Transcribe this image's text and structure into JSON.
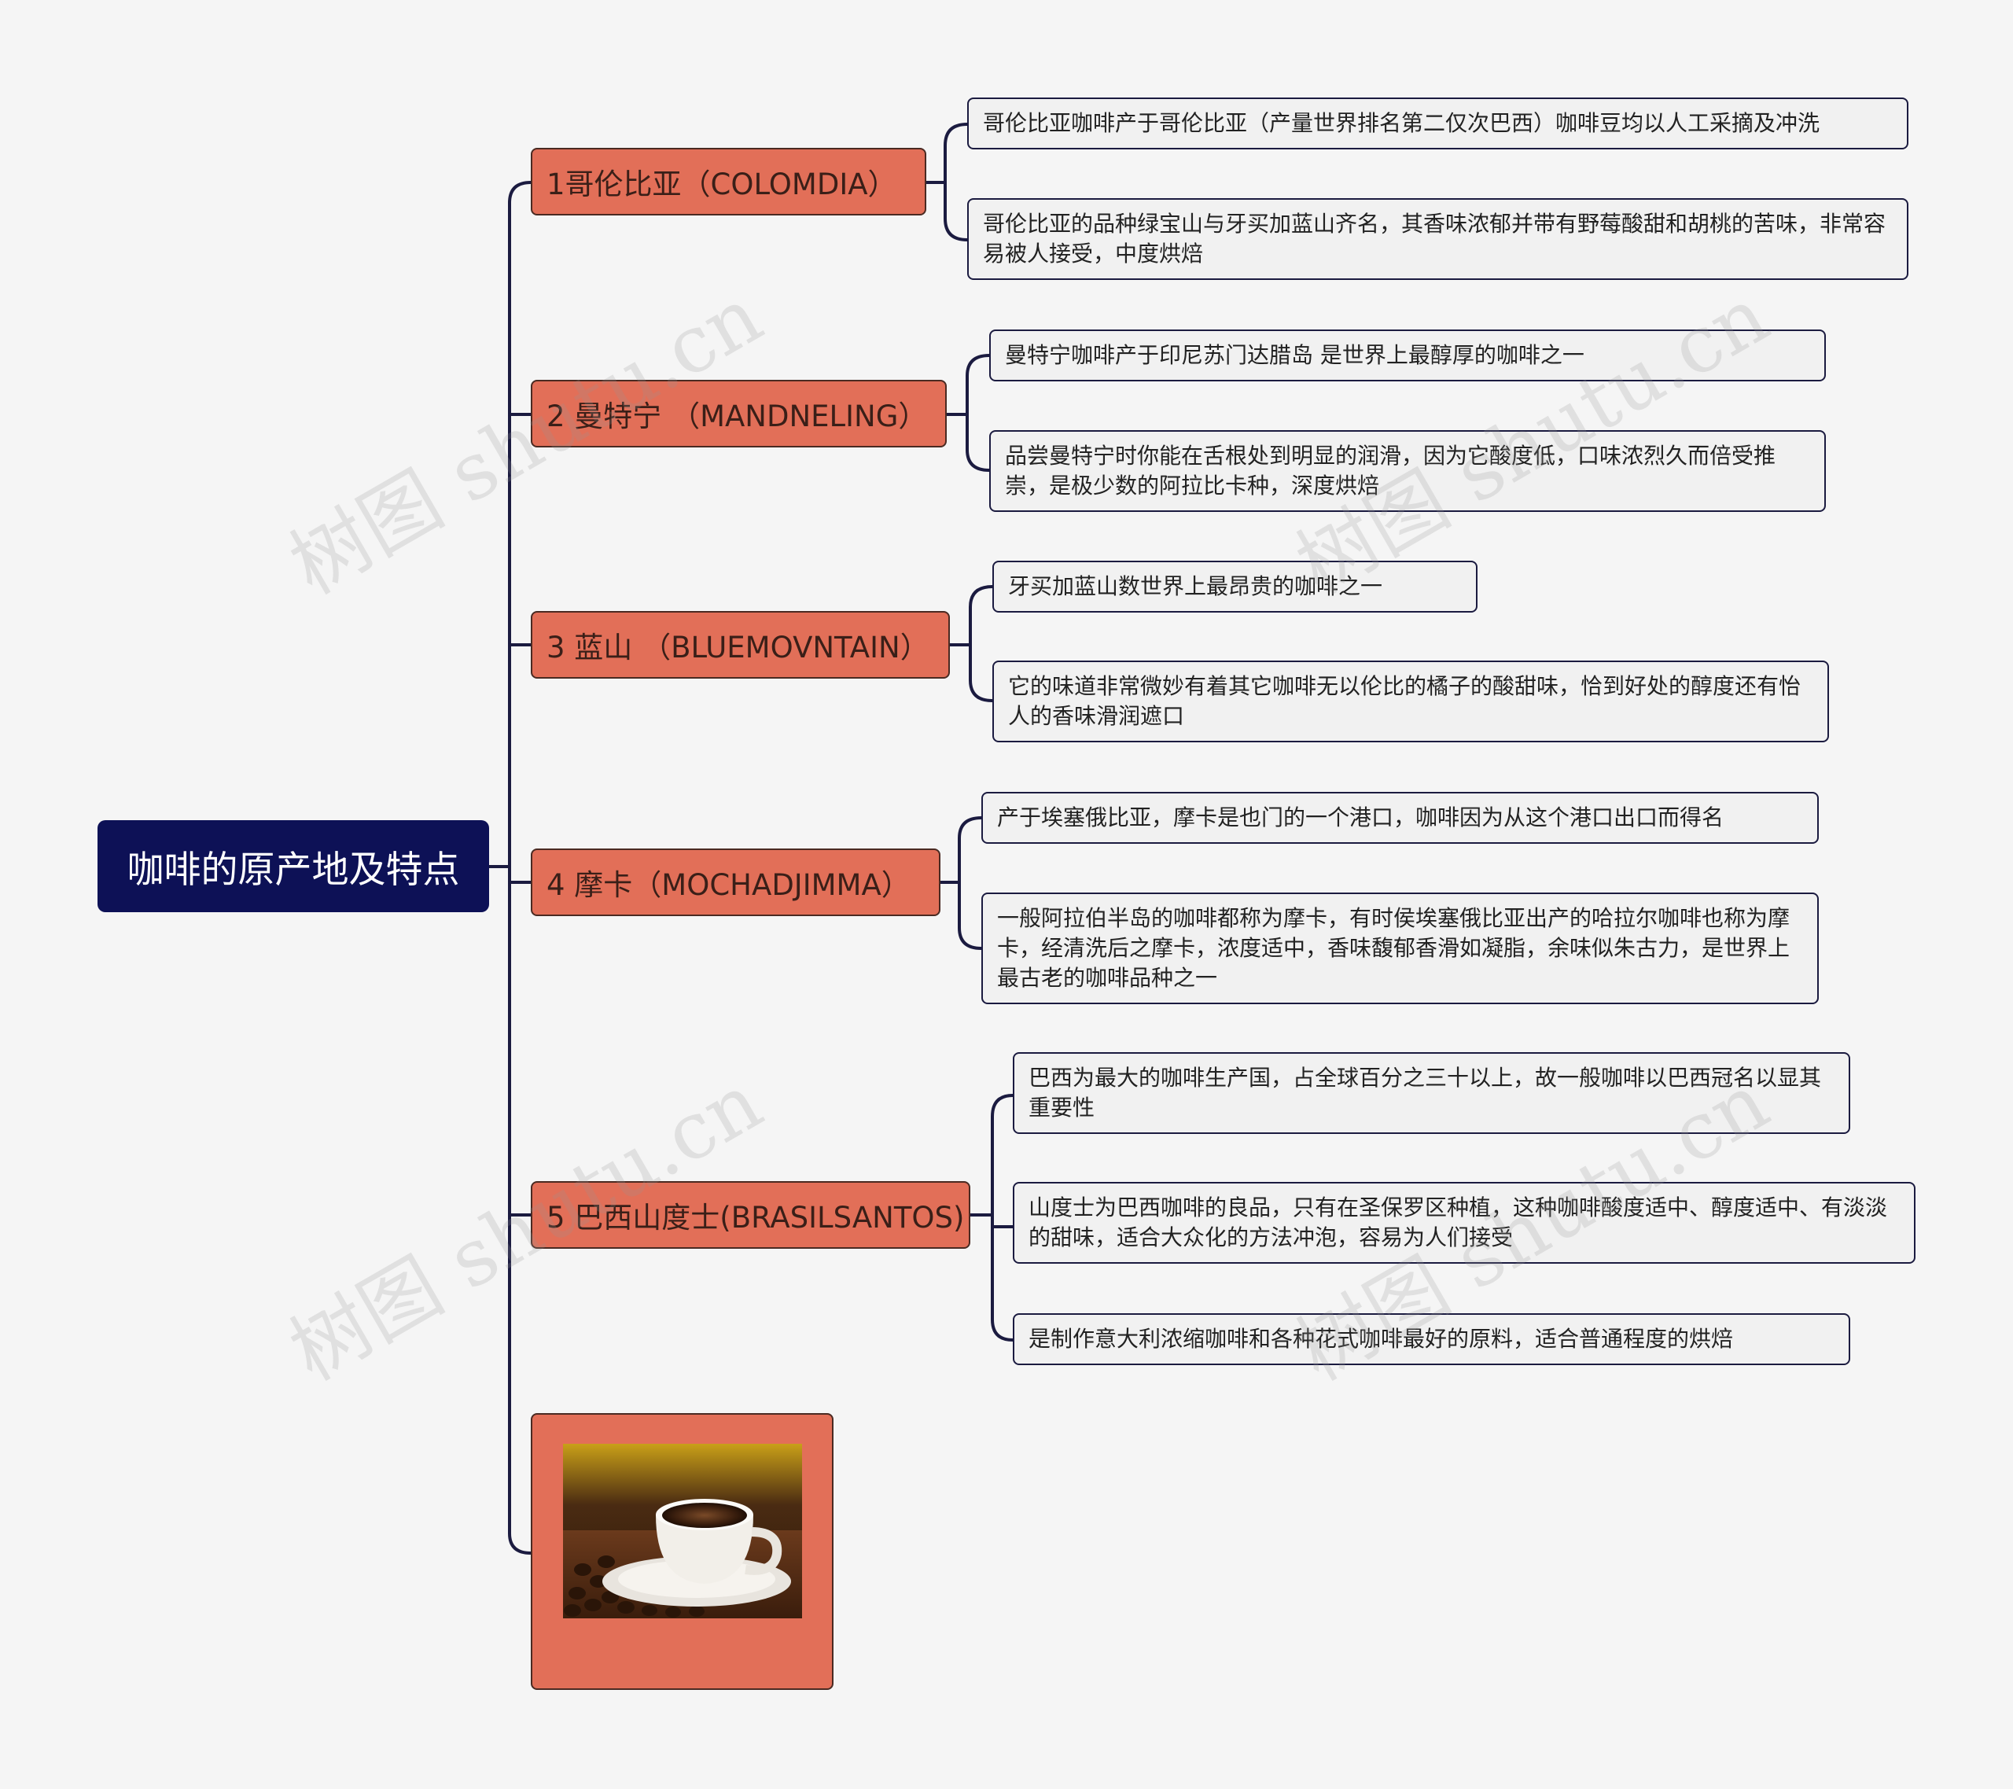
{
  "root": {
    "label": "咖啡的原产地及特点"
  },
  "branches": [
    {
      "label": "1哥伦比亚（COLOMDIA）",
      "details": [
        "哥伦比亚咖啡产于哥伦比亚（产量世界排名第二仅次巴西）咖啡豆均以人工采摘及冲洗",
        "哥伦比亚的品种绿宝山与牙买加蓝山齐名，其香味浓郁并带有野莓酸甜和胡桃的苦味，非常容易被人接受，中度烘焙"
      ]
    },
    {
      "label": "2 曼特宁 （MANDNELING）",
      "details": [
        "曼特宁咖啡产于印尼苏门达腊岛 是世界上最醇厚的咖啡之一",
        "品尝曼特宁时你能在舌根处到明显的润滑，因为它酸度低，口味浓烈久而倍受推崇，是极少数的阿拉比卡种，深度烘焙"
      ]
    },
    {
      "label": "3 蓝山 （BLUEMOVNTAIN）",
      "details": [
        "牙买加蓝山数世界上最昂贵的咖啡之一",
        "它的味道非常微妙有着其它咖啡无以伦比的橘子的酸甜味，恰到好处的醇度还有怡人的香味滑润遮口"
      ]
    },
    {
      "label": "4 摩卡（MOCHADJIMMA）",
      "details": [
        "产于埃塞俄比亚，摩卡是也门的一个港口，咖啡因为从这个港口出口而得名",
        "一般阿拉伯半岛的咖啡都称为摩卡，有时侯埃塞俄比亚出产的哈拉尔咖啡也称为摩卡，经清洗后之摩卡，浓度适中，香味馥郁香滑如凝脂，余味似朱古力，是世界上最古老的咖啡品种之一"
      ]
    },
    {
      "label": "5 巴西山度士(BRASILSANTOS)",
      "details": [
        "巴西为最大的咖啡生产国，占全球百分之三十以上，故一般咖啡以巴西冠名以显其重要性",
        "山度士为巴西咖啡的良品，只有在圣保罗区种植，这种咖啡酸度适中、醇度适中、有淡淡的甜味，适合大众化的方法冲泡，容易为人们接受",
        "是制作意大利浓缩咖啡和各种花式咖啡最好的原料，适合普通程度的烘焙"
      ]
    }
  ],
  "watermark": "树图 shutu.cn",
  "colors": {
    "root": "#0d1156",
    "branch": "#e26f58",
    "leaf": "#f1f1f1",
    "line": "#1b1b40"
  }
}
